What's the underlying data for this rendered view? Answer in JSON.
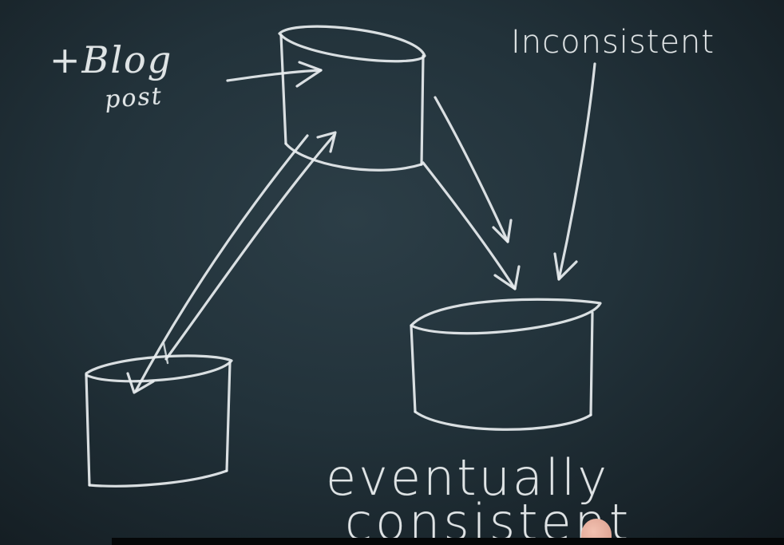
{
  "scene": {
    "subject": "Chalkboard sketch of three database cylinders with arrows",
    "board_color": "#22323a",
    "chalk_color": "#e9eef0"
  },
  "labels": {
    "blog_plus": "+Blog",
    "post": "post",
    "inconsistent": "Inconsistent",
    "eventually": "eventually",
    "consistent": "consistent"
  }
}
